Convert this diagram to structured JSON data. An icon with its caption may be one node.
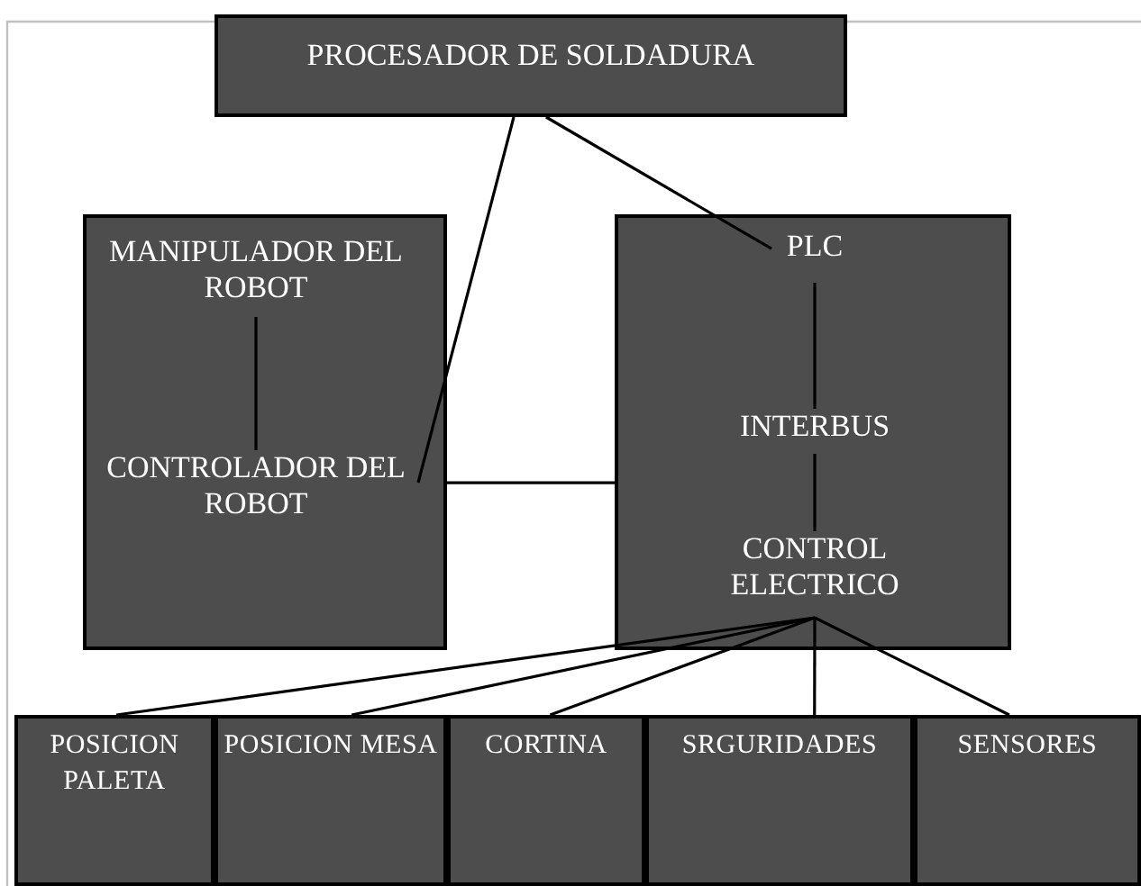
{
  "diagram": {
    "nodes": [
      {
        "text": [
          "PROCESADOR DE SOLDADURA"
        ]
      },
      {
        "text": [],
        "shape": "box"
      },
      {
        "text": [
          "MANIPULADOR DEL ROBOT"
        ],
        "in": 1
      },
      {
        "text": [
          "CONTROLADOR DEL ROBOT"
        ],
        "in": 1
      },
      {
        "text": [],
        "shape": "box"
      },
      {
        "text": [
          "PLC"
        ],
        "in": 4
      },
      {
        "text": [
          "INTERBUS"
        ],
        "in": 4
      },
      {
        "text": [
          "CONTROL ELECTRICO"
        ],
        "in": 4
      },
      {
        "text": [
          "POSICION PALETA"
        ]
      },
      {
        "text": [
          "POSICION MESA"
        ]
      },
      {
        "text": [
          "CORTINA"
        ]
      },
      {
        "text": [
          "SRGURIDADES"
        ]
      },
      {
        "text": [
          "SENSORES"
        ]
      }
    ],
    "edges": [
      {
        "from": 0,
        "to": 3,
        "arrow": "none"
      },
      {
        "from": 0,
        "to": 5,
        "arrow": "none"
      },
      {
        "from": 2,
        "to": 3,
        "arrow": "none"
      },
      {
        "from": 1,
        "to": 4,
        "arrow": "none"
      },
      {
        "from": 5,
        "to": 6,
        "arrow": "none"
      },
      {
        "from": 6,
        "to": 7,
        "arrow": "none"
      },
      {
        "from": 7,
        "to": 8,
        "arrow": "none"
      },
      {
        "from": 7,
        "to": 9,
        "arrow": "none"
      },
      {
        "from": 7,
        "to": 10,
        "arrow": "none"
      },
      {
        "from": 7,
        "to": 11,
        "arrow": "none"
      },
      {
        "from": 7,
        "to": 12,
        "arrow": "none"
      }
    ]
  }
}
